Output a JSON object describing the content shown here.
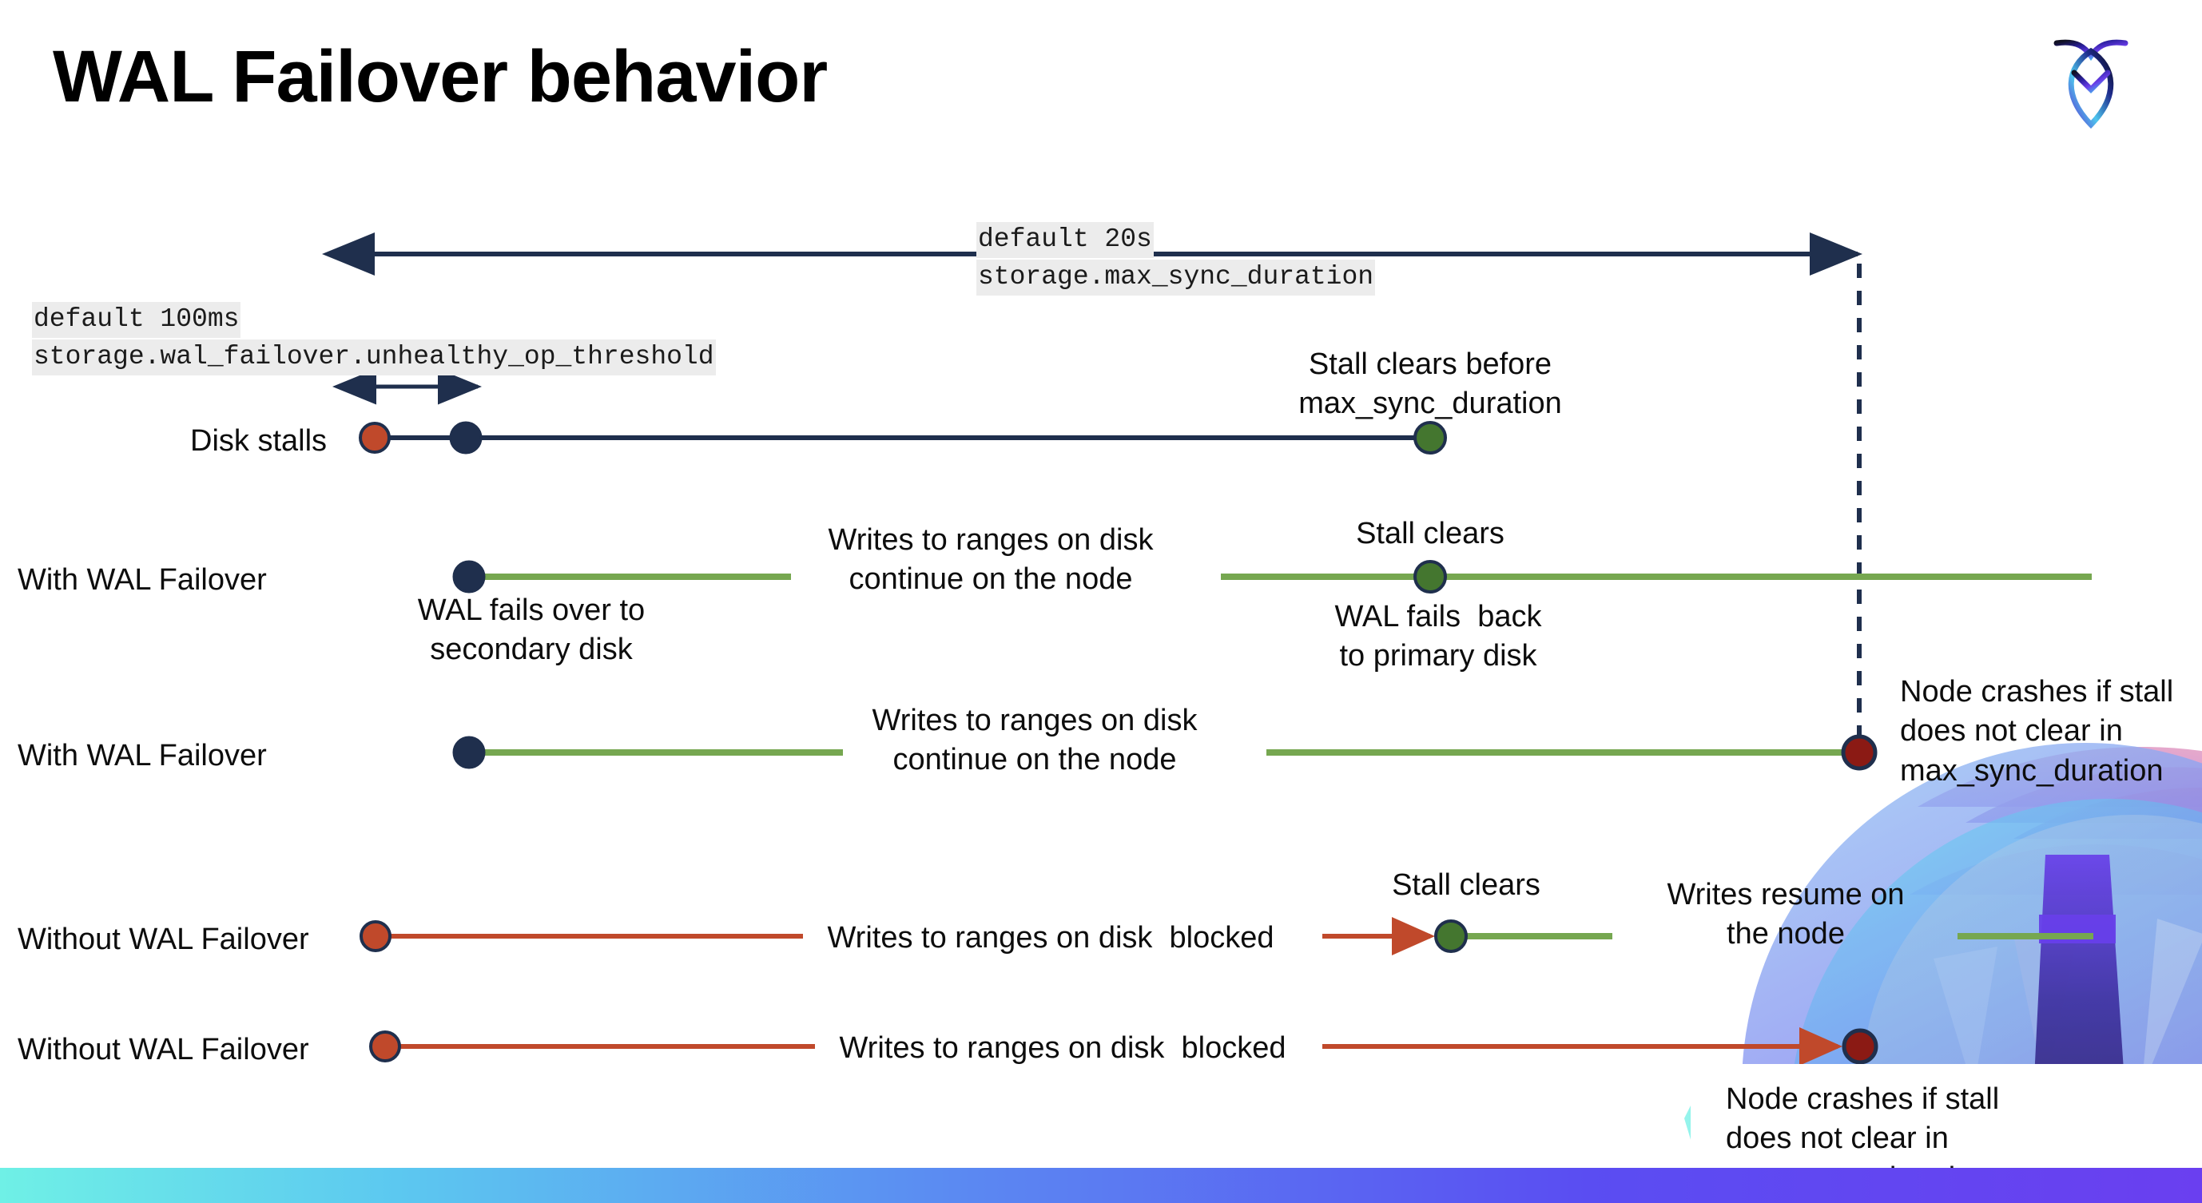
{
  "slide": {
    "title": "WAL Failover behavior",
    "logo_name": "cockroachdb-logo",
    "background": "#ffffff",
    "bottom_bar_colors": [
      "#6ff0e6",
      "#5cc8f0",
      "#5b86f2",
      "#5a4df2",
      "#6a3ff0"
    ]
  },
  "colors": {
    "navy": "#1f2f4d",
    "orange": "#c0492b",
    "green_dot": "#44762f",
    "green_line": "#76a750",
    "dark_red": "#8b1a14",
    "chip_bg": "#ececec",
    "text": "#0d0d0d"
  },
  "settings": {
    "max_sync": {
      "default": "default 20s",
      "name": "storage.max_sync_duration"
    },
    "unhealthy_op": {
      "default": "default 100ms",
      "name": "storage.wal_failover.unhealthy_op_threshold"
    }
  },
  "rows": [
    {
      "id": "disk-stalls",
      "name": "Disk stalls",
      "annotation_above": "Stall clears before\nmax_sync_duration",
      "annotation_below": "",
      "middle_label": ""
    },
    {
      "id": "with-wal-failover-clears",
      "name": "With WAL Failover",
      "annotation_above": "Stall clears",
      "annotation_below": "WAL fails  back\nto primary disk",
      "middle_label": "Writes to ranges on disk\ncontinue on the node",
      "start_label": "WAL fails over to\nsecondary disk"
    },
    {
      "id": "with-wal-failover-crash",
      "name": "With WAL Failover",
      "annotation_above": "",
      "annotation_below": "",
      "middle_label": "Writes to ranges on disk\ncontinue on the node",
      "end_label": "Node crashes if stall\ndoes not clear in\nmax_sync_duration"
    },
    {
      "id": "without-wal-failover-clears",
      "name": "Without WAL Failover",
      "annotation_above": "Stall clears",
      "annotation_below": "",
      "middle_label": "Writes to ranges on disk  blocked",
      "resume_label": "Writes resume on\nthe node"
    },
    {
      "id": "without-wal-failover-crash",
      "name": "Without WAL Failover",
      "annotation_above": "",
      "annotation_below": "",
      "middle_label": "Writes to ranges on disk  blocked",
      "end_label": "Node crashes if stall\ndoes not clear in\nmax_sync_duration"
    }
  ],
  "labels": {
    "disk_stalls": "Disk stalls",
    "with_wal_1": "With WAL Failover",
    "with_wal_2": "With WAL Failover",
    "without_wal_1": "Without WAL Failover",
    "without_wal_2": "Without WAL Failover",
    "stall_clears_before": "Stall clears before\nmax_sync_duration",
    "wal_fails_over": "WAL fails over to\nsecondary disk",
    "writes_continue_1": "Writes to ranges on disk\ncontinue on the node",
    "stall_clears_1": "Stall clears",
    "wal_fails_back": "WAL fails  back\nto primary disk",
    "writes_continue_2": "Writes to ranges on disk\ncontinue on the node",
    "node_crashes_1": "Node crashes if stall\ndoes not clear in\nmax_sync_duration",
    "writes_blocked_1": "Writes to ranges on disk  blocked",
    "stall_clears_2": "Stall clears",
    "writes_resume": "Writes resume on\nthe node",
    "writes_blocked_2": "Writes to ranges on disk  blocked",
    "node_crashes_2": "Node crashes if stall\ndoes not clear in\nmax_sync_duration"
  }
}
